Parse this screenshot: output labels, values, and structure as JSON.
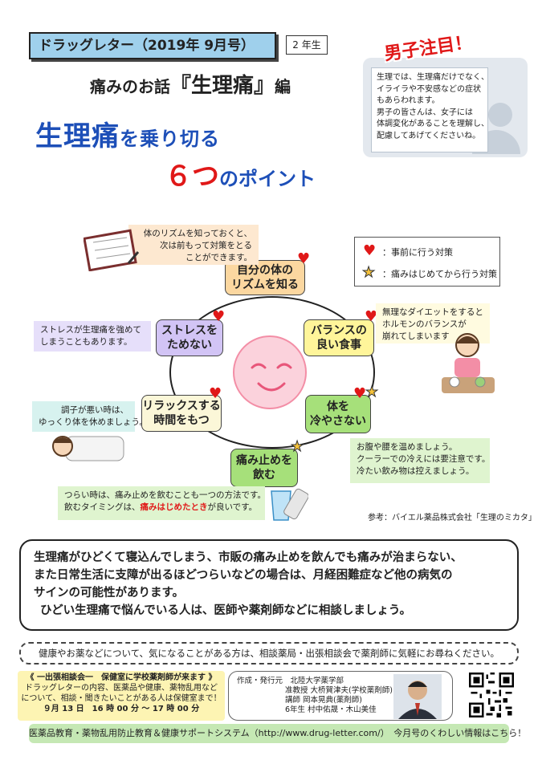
{
  "header": {
    "newsletter_title": "ドラッグレター（2019年 9月号）",
    "grade": "2 年生",
    "subtitle_pre": "痛みのお話",
    "subtitle_main": "『生理痛』",
    "subtitle_post": "編",
    "headline1_a": "生理痛",
    "headline1_b": "を乗り切る",
    "headline2_a": "６つ",
    "headline2_b": "のポイント"
  },
  "boys_note": {
    "title": "男子注目！",
    "lines": [
      "生理では、生理痛だけでなく、",
      "イライラや不安感などの症状",
      "もあらわれます。",
      "男子の皆さんは、女子には",
      "体調変化があることを理解し、",
      "配慮してあげてくださいね。"
    ]
  },
  "legend": {
    "heart_label": "：事前に行う対策",
    "star_label": "：痛みはじめてから行う対策"
  },
  "points": {
    "rhythm": {
      "line1": "自分の体の",
      "line2": "リズムを知る",
      "note": [
        "体のリズムを知っておくと、",
        "次は前もって対策をとる",
        "ことができます。"
      ]
    },
    "diet": {
      "line1": "バランスの",
      "line2": "良い食事",
      "note": [
        "無理なダイエットをすると",
        "ホルモンのバランスが",
        "崩れてしまいます"
      ]
    },
    "warm": {
      "line1": "体を",
      "line2": "冷やさない",
      "note": [
        "お腹や腰を温めましょう。",
        "クーラーでの冷えには要注意です。",
        "冷たい飲み物は控えましょう。"
      ]
    },
    "medicine": {
      "line1": "痛み止めを",
      "line2": "飲む",
      "note1": "つらい時は、痛み止めを飲むことも一つの方法です。",
      "note2_pre": "飲むタイミングは、",
      "note2_em": "痛みはじめたとき",
      "note2_post": "が良いです。"
    },
    "relax": {
      "line1": "リラックスする",
      "line2": "時間をもつ",
      "note": [
        "調子が悪い時は、",
        "ゆっくり体を休めましょう。"
      ]
    },
    "stress": {
      "line1": "ストレスを",
      "line2": "ためない",
      "note": [
        "ストレスが生理痛を強めて",
        "しまうこともあります。"
      ]
    }
  },
  "reference": "参考：バイエル薬品株式会社「生理のミカタ」",
  "main_message": {
    "line1": "生理痛がひどくて寝込んでしまう、市販の痛み止めを飲んでも痛みが治まらない、",
    "line2": "また日常生活に支障が出るほどつらいなどの場合は、月経困難症など他の病気の",
    "line3": "サインの可能性があります。",
    "line4": "ひどい生理痛で悩んでいる人は、医師や薬剤師などに相談しましょう。"
  },
  "consult_notice": "健康やお薬などについて、気になることがある方は、相談薬局・出張相談会で薬剤師に気軽にお尋ねください。",
  "consult_event": {
    "title": "《 一出張相談会一　保健室に学校薬剤師が来ます 》",
    "line1": "ドラッグレターの内容、医薬品や健康、薬物乱用など",
    "line2": "について、相談・聞きたいことがある人は保健室まで！",
    "date": "９月 13 日　16 時 00 分 ～ 17 時 00 分"
  },
  "author": {
    "label": "作成・発行元",
    "org": "北陸大学薬学部",
    "line1": "准教授 大桥賀津夫(学校薬剤師)",
    "line2": "講師 岡本晃典(薬剤師)",
    "line3": "6年生 村中佑晟・木山美佳"
  },
  "footer": "医薬品教育・薬物乱用防止教育＆健康サポートシステム（http://www.drug-letter.com/）　今月号のくわしい情報はこちら！",
  "colors": {
    "blue_head": "#1d4fb8",
    "red_accent": "#e01818",
    "node_orange": "#fbd7a0",
    "node_yellow": "#fff59a",
    "node_green": "#a6e07a",
    "node_purple": "#d2c4f5",
    "heart": "#e01818",
    "star": "#f5c23a"
  }
}
